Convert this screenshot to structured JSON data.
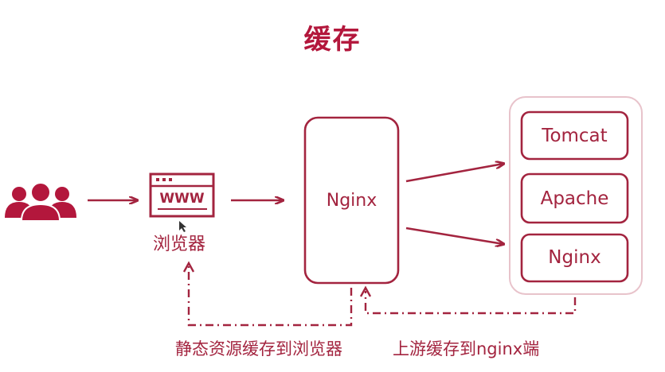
{
  "title": "缓存",
  "browser": {
    "icon_text": "WWW",
    "label": "浏览器"
  },
  "proxy": {
    "label": "Nginx"
  },
  "upstream": {
    "servers": [
      "Tomcat",
      "Apache",
      "Nginx"
    ]
  },
  "captions": {
    "browser_cache": "静态资源缓存到浏览器",
    "upstream_cache": "上游缓存到nginx端"
  },
  "colors": {
    "accent": "#a3243f",
    "title": "#b3173c",
    "group_border": "#e8c3cb"
  },
  "icons": [
    "users-icon",
    "browser-window-icon",
    "cursor-icon"
  ]
}
